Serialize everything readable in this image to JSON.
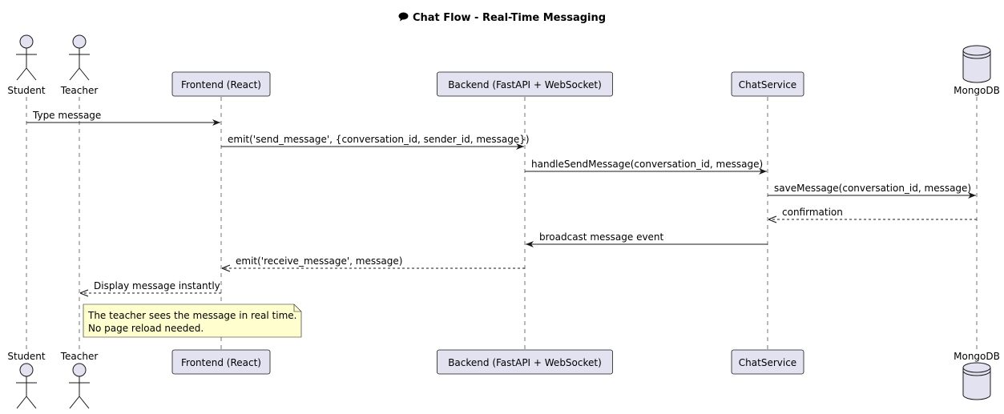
{
  "diagram": {
    "title": "Chat Flow - Real-Time Messaging",
    "title_icon": "speech-bubble-icon",
    "participants": [
      {
        "id": "student",
        "label": "Student",
        "kind": "actor"
      },
      {
        "id": "teacher",
        "label": "Teacher",
        "kind": "actor"
      },
      {
        "id": "frontend",
        "label": "Frontend (React)",
        "kind": "participant"
      },
      {
        "id": "backend",
        "label": "Backend (FastAPI + WebSocket)",
        "kind": "participant"
      },
      {
        "id": "chatservice",
        "label": "ChatService",
        "kind": "participant"
      },
      {
        "id": "mongodb",
        "label": "MongoDB",
        "kind": "database"
      }
    ],
    "messages": [
      {
        "from": "student",
        "to": "frontend",
        "label": "Type message",
        "style": "solid"
      },
      {
        "from": "frontend",
        "to": "backend",
        "label": "emit('send_message', {conversation_id, sender_id, message})",
        "style": "solid"
      },
      {
        "from": "backend",
        "to": "chatservice",
        "label": "handleSendMessage(conversation_id, message)",
        "style": "solid"
      },
      {
        "from": "chatservice",
        "to": "mongodb",
        "label": "saveMessage(conversation_id, message)",
        "style": "solid"
      },
      {
        "from": "mongodb",
        "to": "chatservice",
        "label": "confirmation",
        "style": "dashed"
      },
      {
        "from": "chatservice",
        "to": "backend",
        "label": "broadcast message event",
        "style": "solid"
      },
      {
        "from": "backend",
        "to": "frontend",
        "label": "emit('receive_message', message)",
        "style": "dashed"
      },
      {
        "from": "frontend",
        "to": "teacher",
        "label": "Display message instantly",
        "style": "dashed"
      }
    ],
    "note": {
      "lines": [
        "The teacher sees the message in real time.",
        "No page reload needed."
      ]
    },
    "colors": {
      "participant_fill": "#e2e2f0",
      "note_fill": "#fefece",
      "line": "#181818"
    }
  }
}
